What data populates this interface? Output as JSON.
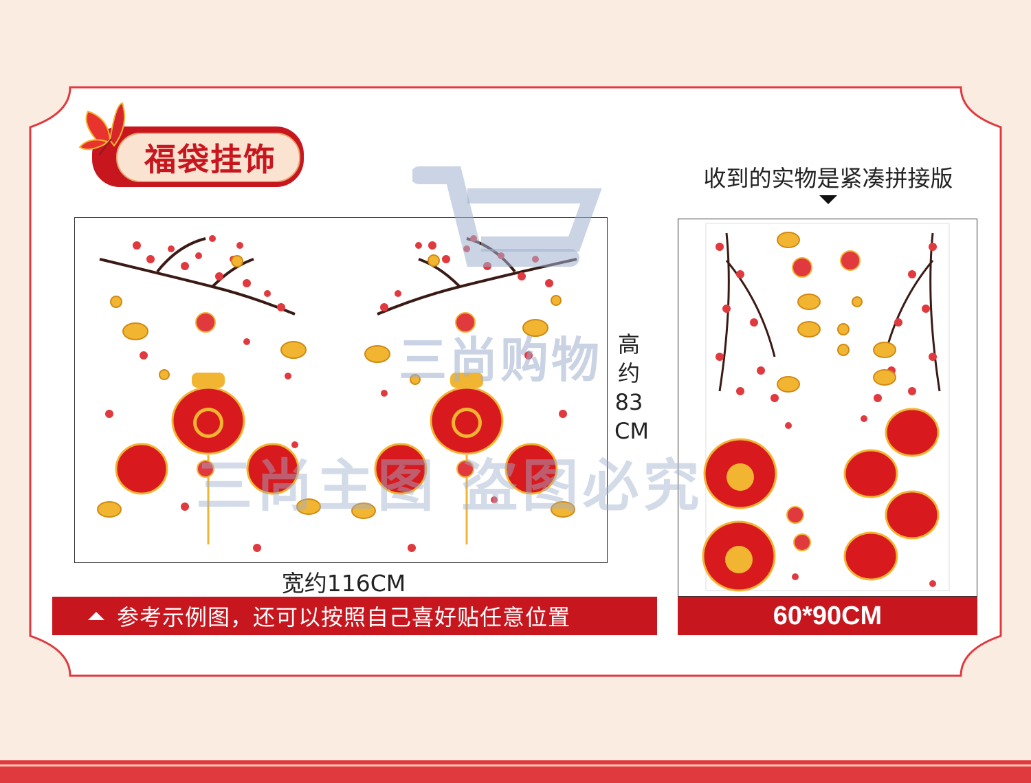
{
  "title": {
    "text": "福袋挂饰"
  },
  "note": {
    "text": "收到的实物是紧凑拼接版"
  },
  "dimensions": {
    "width_label": "宽约116CM",
    "height_label_chars": [
      "高",
      "约",
      "83",
      "CM"
    ]
  },
  "footer_left": {
    "text": "参考示例图，还可以按照自己喜好贴任意位置"
  },
  "footer_right": {
    "text": "60*90CM"
  },
  "watermarks": {
    "line1": "三尚购物",
    "line2": "三尚主图 盗图必究"
  },
  "colors": {
    "brand_red": "#c8161e",
    "gold": "#f2b531",
    "background": "#fbece2"
  },
  "icons": [
    "butterfly-icon",
    "up-triangle-icon",
    "down-arrow-icon",
    "cart-logo-icon"
  ]
}
